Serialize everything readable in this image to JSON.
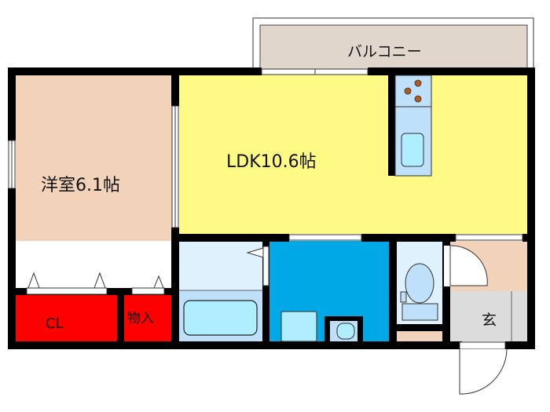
{
  "floorplan": {
    "rooms": {
      "western_room": {
        "label": "洋室6.1帖",
        "color": "#f2d2b8"
      },
      "ldk": {
        "label": "LDK10.6帖",
        "color": "#fffa86"
      },
      "balcony": {
        "label": "バルコニー",
        "color": "#e0d6cc"
      },
      "closet": {
        "label": "CL",
        "color": "#ff0000"
      },
      "storage": {
        "label": "物入",
        "color": "#ff0000"
      },
      "bathroom": {
        "color": "#bfe0fa"
      },
      "washroom": {
        "color": "#00a8e6"
      },
      "toilet": {
        "color": "#dff1fd"
      },
      "entrance": {
        "label": "玄",
        "color": "#dcdcdc"
      },
      "hallway": {
        "color": "#f2d2b8"
      }
    },
    "colors": {
      "wall": "#000000",
      "fixture": "#aeeeff",
      "stove_burner": "#b5581a"
    }
  }
}
